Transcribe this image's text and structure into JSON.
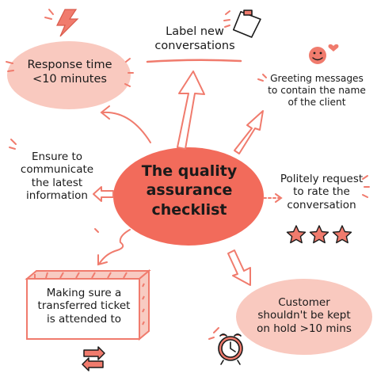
{
  "center": {
    "title_lines": [
      "The quality",
      "assurance",
      "checklist"
    ]
  },
  "nodes": {
    "response_time": {
      "lines": [
        "Response time",
        "<10 minutes"
      ]
    },
    "label_new": {
      "lines": [
        "Label new",
        "conversations"
      ]
    },
    "greeting": {
      "lines": [
        "Greeting messages",
        "to contain the name",
        "of the client"
      ]
    },
    "ensure": {
      "lines": [
        "Ensure to",
        "communicate",
        "the latest",
        "information"
      ]
    },
    "rate": {
      "lines": [
        "Politely request",
        "to rate the",
        "conversation"
      ]
    },
    "transferred": {
      "lines": [
        "Making sure a",
        "transferred ticket",
        "is attended to"
      ]
    },
    "hold": {
      "lines": [
        "Customer",
        "shouldn't be kept",
        "on hold >10 mins"
      ]
    }
  },
  "icons": {
    "lightning": "lightning-icon",
    "clipboard": "clipboard-icon",
    "smiley": "smiley-face-icon",
    "heart": "heart-icon",
    "stars": "three-stars-icon",
    "clock": "alarm-clock-icon",
    "transfer": "transfer-arrows-icon"
  },
  "colors": {
    "accent": "#f07b6d",
    "accent_light": "#f8cbc2",
    "center_fill": "#f26b5b",
    "ink": "#1a1a1a"
  }
}
